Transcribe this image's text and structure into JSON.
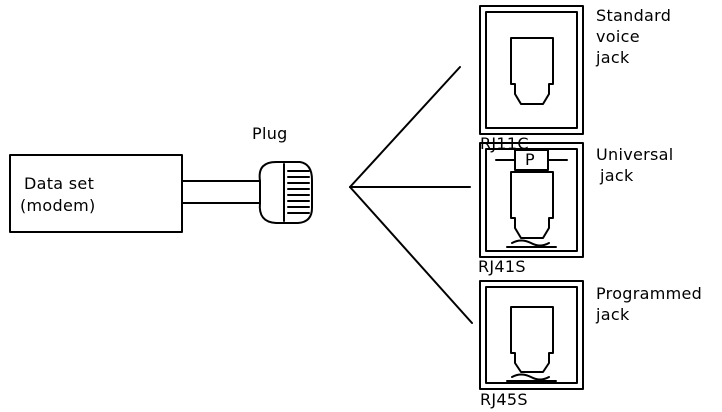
{
  "data_set": {
    "line1": "Data set",
    "line2": "(modem)"
  },
  "plug": {
    "label": "Plug"
  },
  "jacks": [
    {
      "code": "RJ11C",
      "desc_line1": "Standard",
      "desc_line2": "voice",
      "desc_line3": "jack"
    },
    {
      "code": "RJ41S",
      "desc_line1": "Universal",
      "desc_line2": "jack",
      "programming_label": "P"
    },
    {
      "code": "RJ45S",
      "desc_line1": "Programmed",
      "desc_line2": "jack"
    }
  ],
  "colors": {
    "ink": "#000000",
    "paper": "#ffffff"
  }
}
